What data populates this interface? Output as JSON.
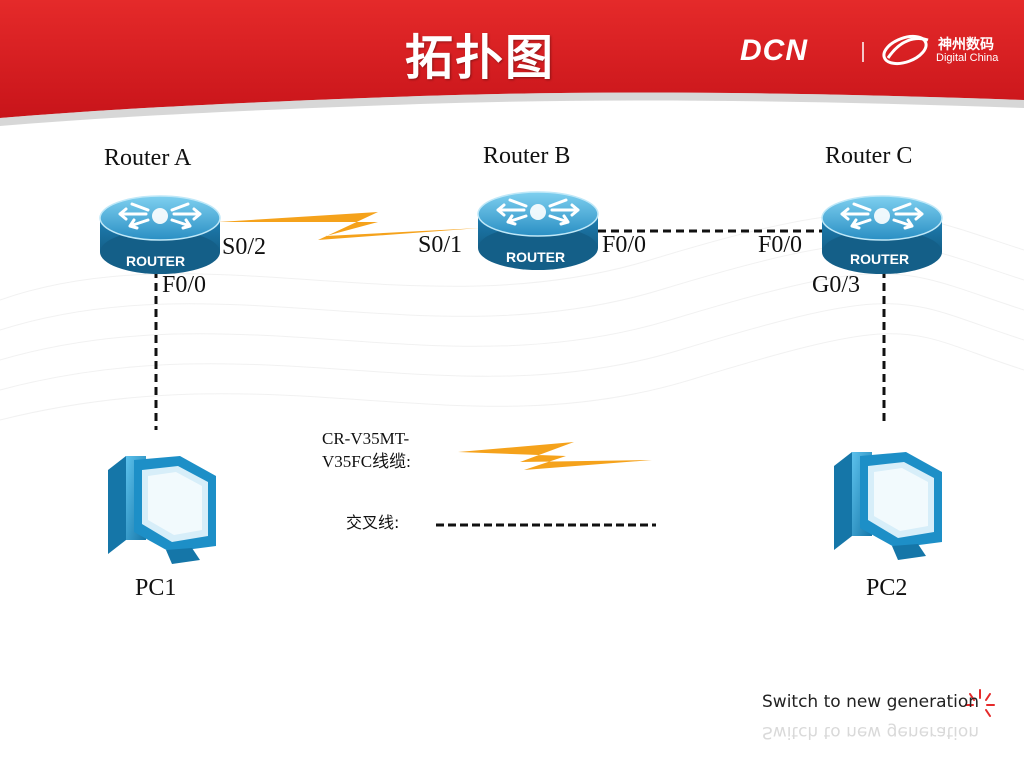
{
  "header": {
    "title": "拓扑图",
    "logo_text": "DCN",
    "brand_cn": "神州数码",
    "brand_en": "Digital China"
  },
  "devices": {
    "router_a": {
      "name": "Router A",
      "badge": "ROUTER"
    },
    "router_b": {
      "name": "Router B",
      "badge": "ROUTER"
    },
    "router_c": {
      "name": "Router C",
      "badge": "ROUTER"
    },
    "pc1": {
      "name": "PC1"
    },
    "pc2": {
      "name": "PC2"
    }
  },
  "ports": {
    "a_s02": "S0/2",
    "a_f00": "F0/0",
    "b_s01": "S0/1",
    "b_f00": "F0/0",
    "c_f00": "F0/0",
    "c_g03": "G0/3"
  },
  "legend": {
    "serial_label_line1": "CR-V35MT-",
    "serial_label_line2": "V35FC线缆:",
    "cross_label": "交叉线:"
  },
  "footer": {
    "slogan": "Switch to new generation"
  },
  "colors": {
    "header_red": "#d7191c",
    "serial_link": "#f5a21b",
    "router_blue": "#2a8fc4",
    "pc_blue": "#1d8fc7"
  }
}
